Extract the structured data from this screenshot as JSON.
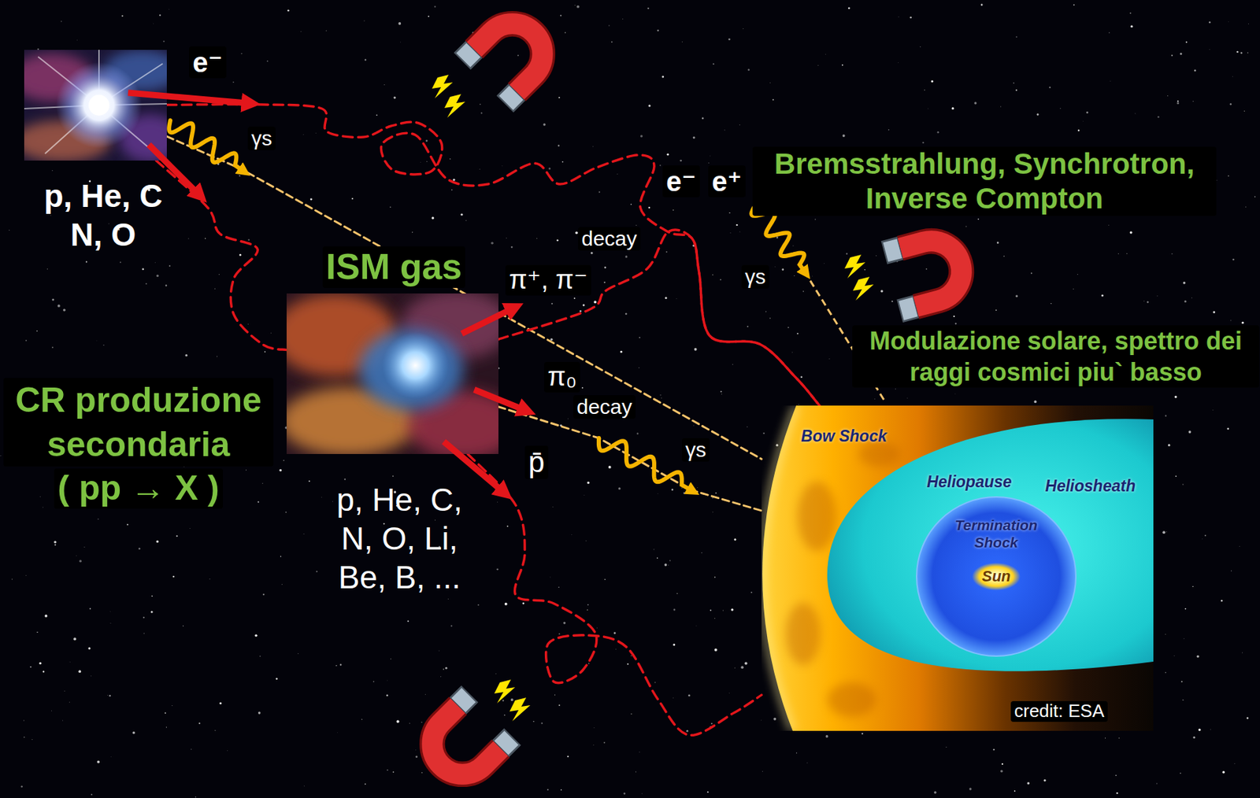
{
  "diagram": {
    "nodes": [
      {
        "text": [
          "p, He, C N, O"
        ]
      },
      {
        "text": [
          "ISM gas",
          "p, He, C, N, O, Li, Be, B, ..."
        ]
      },
      {
        "text": [
          "Bow Shock",
          "Heliopause",
          "Heliosheath"
        ]
      },
      {
        "text": [
          "Termination Shock"
        ],
        "in": 2
      },
      {
        "text": [
          "Sun"
        ],
        "in": 3
      }
    ],
    "edges": [
      {
        "from": 0,
        "to": 1,
        "arrow": "none"
      },
      {
        "from": 0,
        "to": 2,
        "arrow": "none"
      },
      {
        "from": 1,
        "to": 2,
        "arrow": "none"
      },
      {
        "from": 1,
        "to": 2,
        "arrow": "none"
      },
      {
        "from": 0,
        "to": 2,
        "arrow": "none"
      },
      {
        "from": 1,
        "to": 2,
        "arrow": "none"
      }
    ],
    "labels": [
      "e⁻",
      "γs",
      "π⁺, π⁻",
      "decay",
      "π₀",
      "decay",
      "γs",
      "p̄",
      "e⁻",
      "e⁺",
      "γs",
      "Bremsstrahlung, Synchrotron, Inverse Compton",
      "Modulazione solare, spettro dei raggi cosmici piu` basso",
      "CR produzione secondaria",
      "( pp → X )",
      "credit: ESA"
    ]
  }
}
